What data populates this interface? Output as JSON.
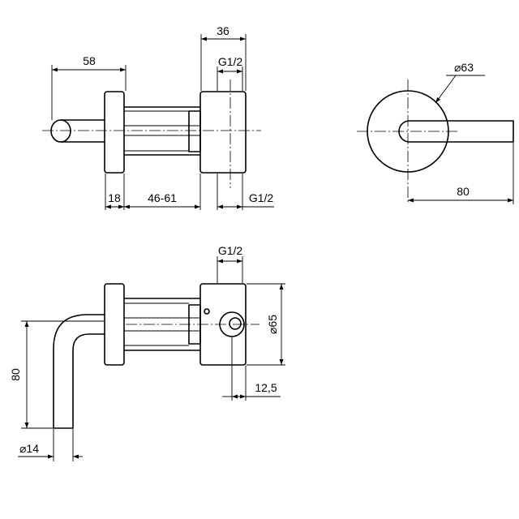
{
  "drawing": {
    "side_view": {
      "dim_overall_depth": "36",
      "dim_lever_length": "58",
      "dim_thread_top": "G1/2",
      "dim_flange": "18",
      "dim_body_range": "46-61",
      "dim_thread_bottom": "G1/2"
    },
    "front_view": {
      "dim_escutcheon_diameter": "⌀63",
      "dim_lever_reach": "80"
    },
    "plan_view": {
      "dim_thread": "G1/2",
      "dim_body_diameter": "⌀65",
      "dim_lever_drop": "80",
      "dim_offset": "12,5",
      "dim_lever_diameter": "⌀14"
    }
  }
}
